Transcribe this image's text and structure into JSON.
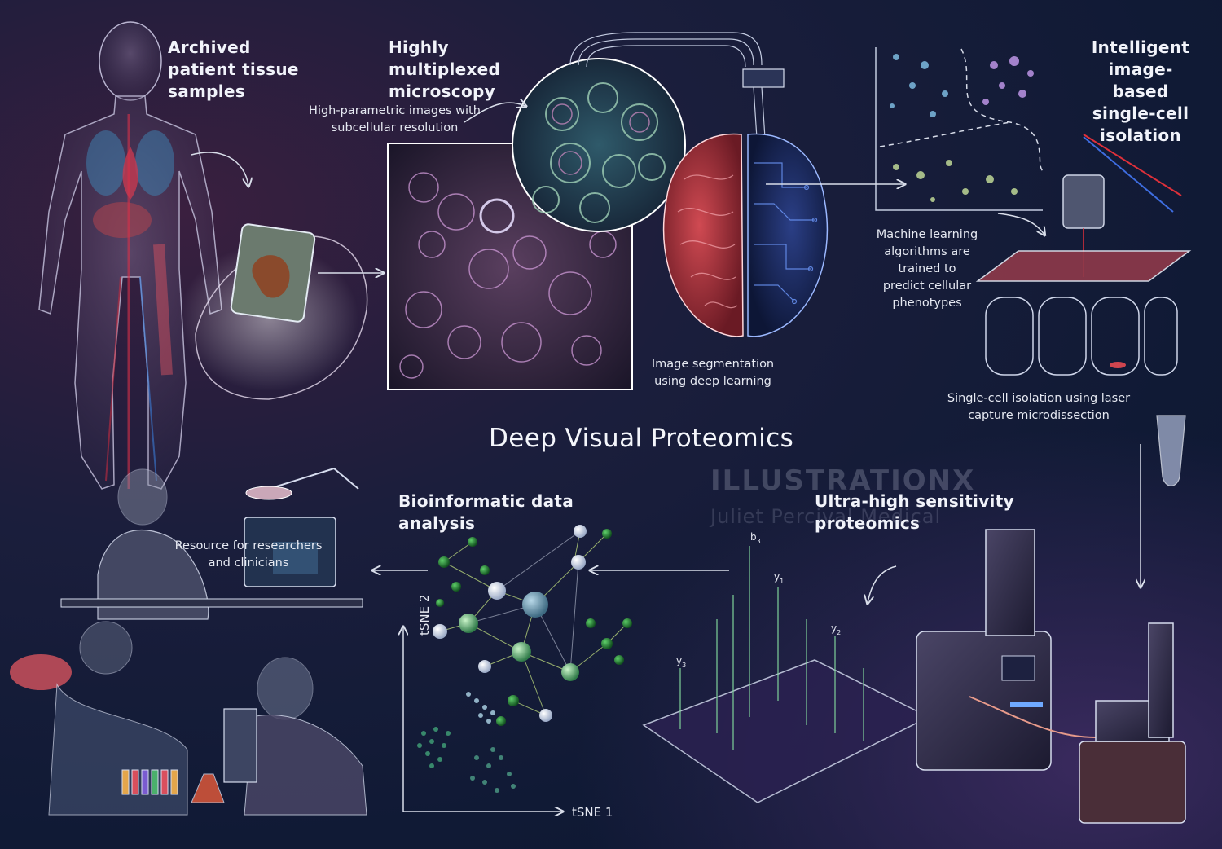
{
  "title": "Deep Visual Proteomics",
  "watermark": {
    "brand": "ILLUSTRATIONX",
    "artist": "Juliet Percival Medical"
  },
  "steps": {
    "archived": "Archived patient tissue samples",
    "microscopy": "Highly multiplexed microscopy",
    "isolation": "Intelligent image-based single-cell isolation",
    "bioinformatics": "Bioinformatic data analysis",
    "proteomics": "Ultra-high sensitivity proteomics"
  },
  "captions": {
    "high_parametric_line1": "High-parametric images with",
    "high_parametric_line2": "subcellular resolution",
    "segmentation_line1": "Image segmentation",
    "segmentation_line2": "using deep learning",
    "ml_line1": "Machine learning",
    "ml_line2": "algorithms are",
    "ml_line3": "trained to",
    "ml_line4": "predict cellular",
    "ml_line5": "phenotypes",
    "lcm_line1": "Single-cell isolation using laser",
    "lcm_line2": "capture microdissection",
    "resource_line1": "Resource for researchers",
    "resource_line2": "and clinicians"
  },
  "tsne": {
    "x_label": "tSNE 1",
    "y_label": "tSNE 2"
  },
  "peaks": {
    "b3": "b",
    "b3_sub": "3",
    "y1": "y",
    "y1_sub": "1",
    "y2": "y",
    "y2_sub": "2",
    "y3": "y",
    "y3_sub": "3"
  },
  "colors": {
    "background": "#111a35",
    "brain_red": "#b7343d",
    "circuit_blue": "#2c4fa8",
    "node_green": "#2f9a45",
    "laser_red": "#e0303a",
    "laser_blue": "#3e6de0"
  }
}
